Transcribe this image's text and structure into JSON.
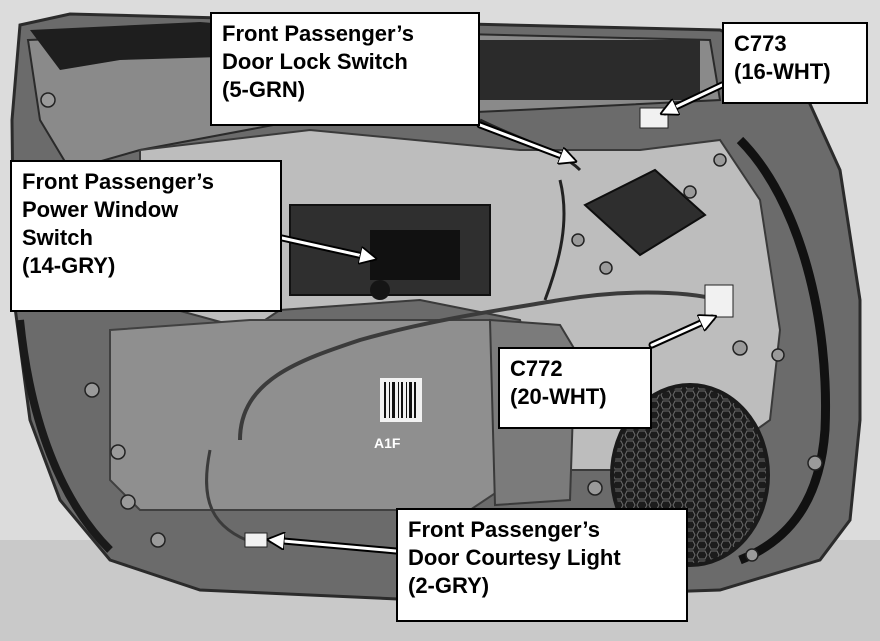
{
  "callouts": {
    "door_lock_switch": {
      "line1": "Front Passenger’s",
      "line2": "Door Lock Switch",
      "line3": "(5-GRN)"
    },
    "c773": {
      "line1": "C773",
      "line2": "(16-WHT)"
    },
    "power_window_switch": {
      "line1": "Front Passenger’s",
      "line2": "Power Window",
      "line3": "Switch",
      "line4": "(14-GRY)"
    },
    "c772": {
      "line1": "C772",
      "line2": "(20-WHT)"
    },
    "courtesy_light": {
      "line1": "Front Passenger’s",
      "line2": "Door Courtesy Light",
      "line3": "(2-GRY)"
    }
  },
  "part_label": "A1F"
}
